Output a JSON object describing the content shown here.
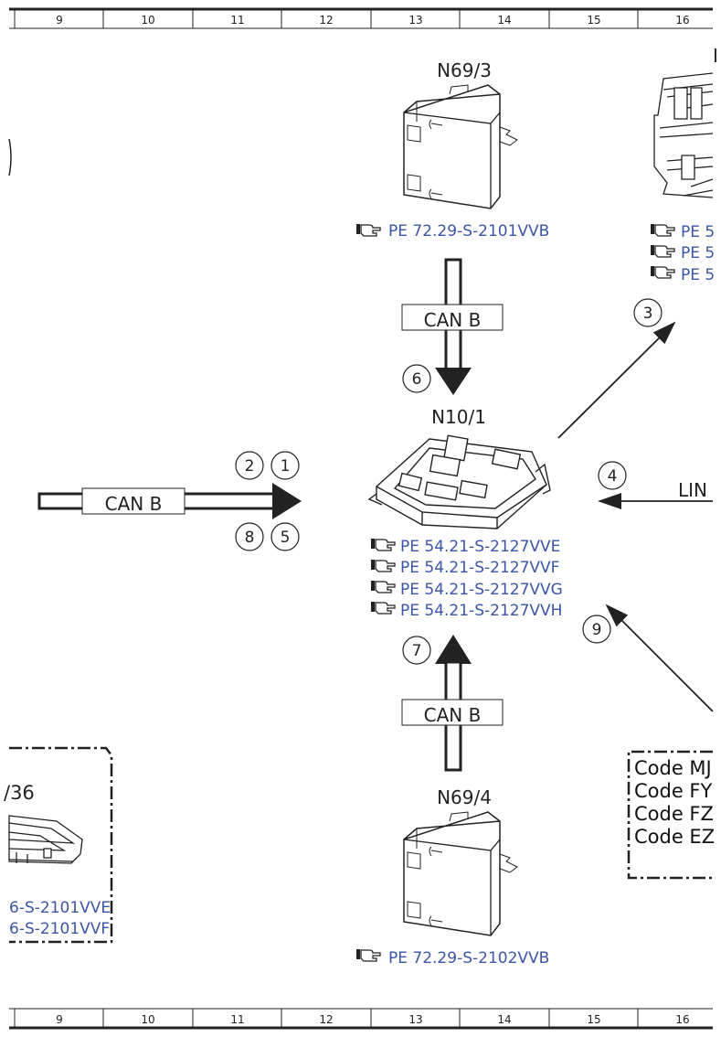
{
  "ruler": {
    "columns": [
      "9",
      "10",
      "11",
      "12",
      "13",
      "14",
      "15",
      "16"
    ]
  },
  "components": {
    "n69_3": {
      "label": "N69/3",
      "refs": [
        "PE 72.29-S-2101VVB"
      ]
    },
    "n10_1": {
      "label": "N10/1",
      "refs": [
        "PE 54.21-S-2127VVE",
        "PE 54.21-S-2127VVF",
        "PE 54.21-S-2127VVG",
        "PE 54.21-S-2127VVH"
      ]
    },
    "n69_4": {
      "label": "N69/4",
      "refs": [
        "PE 72.29-S-2102VVB"
      ]
    },
    "right_top": {
      "label": "I",
      "refs": [
        "PE 5",
        "PE 5",
        "PE 5"
      ]
    },
    "left_bottom": {
      "label": "/36",
      "refs": [
        "6-S-2101VVE",
        "6-S-2101VVF"
      ]
    }
  },
  "buses": {
    "top": "CAN B",
    "left": "CAN B",
    "bottom": "CAN B",
    "right": "LIN"
  },
  "step_numbers": {
    "n1": "1",
    "n2": "2",
    "n3": "3",
    "n4": "4",
    "n5": "5",
    "n6": "6",
    "n7": "7",
    "n8": "8",
    "n9": "9"
  },
  "codes": [
    "Code MJ",
    "Code FY",
    "Code FZ",
    "Code EZ"
  ],
  "colors": {
    "ref_text": "#3b55a8",
    "line": "#222222"
  }
}
